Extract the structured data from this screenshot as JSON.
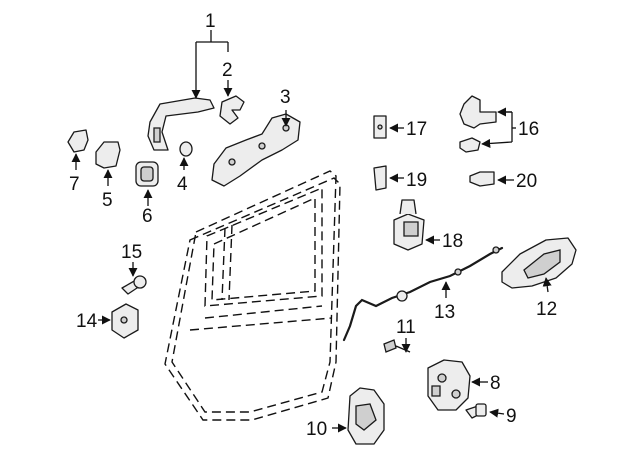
{
  "diagram": {
    "callouts": {
      "c1": "1",
      "c2": "2",
      "c3": "3",
      "c4": "4",
      "c5": "5",
      "c6": "6",
      "c7": "7",
      "c8": "8",
      "c9": "9",
      "c10": "10",
      "c11": "11",
      "c12": "12",
      "c13": "13",
      "c14": "14",
      "c15": "15",
      "c16": "16",
      "c17": "17",
      "c18": "18",
      "c19": "19",
      "c20": "20"
    },
    "parts": [
      {
        "id": "1",
        "icon": "outside-handle-assembly-icon"
      },
      {
        "id": "2",
        "icon": "handle-bracket-icon"
      },
      {
        "id": "3",
        "icon": "handle-reinforcement-icon"
      },
      {
        "id": "4",
        "icon": "grommet-icon"
      },
      {
        "id": "5",
        "icon": "end-cap-icon"
      },
      {
        "id": "6",
        "icon": "seal-icon"
      },
      {
        "id": "7",
        "icon": "cover-icon"
      },
      {
        "id": "8",
        "icon": "door-latch-icon"
      },
      {
        "id": "9",
        "icon": "bolt-icon"
      },
      {
        "id": "10",
        "icon": "latch-shield-icon"
      },
      {
        "id": "11",
        "icon": "clip-icon"
      },
      {
        "id": "12",
        "icon": "inside-handle-icon"
      },
      {
        "id": "13",
        "icon": "control-cable-icon"
      },
      {
        "id": "14",
        "icon": "striker-icon"
      },
      {
        "id": "15",
        "icon": "striker-bolt-icon"
      },
      {
        "id": "16",
        "icon": "hinge-icon"
      },
      {
        "id": "17",
        "icon": "hinge-plate-icon"
      },
      {
        "id": "18",
        "icon": "door-check-icon"
      },
      {
        "id": "19",
        "icon": "shim-icon"
      },
      {
        "id": "20",
        "icon": "bumper-icon"
      }
    ]
  }
}
